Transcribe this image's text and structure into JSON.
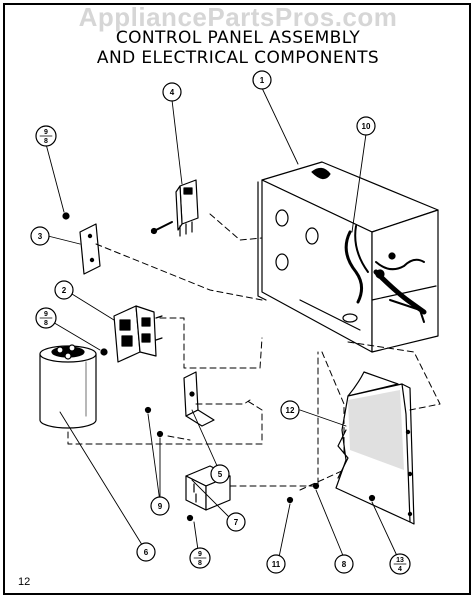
{
  "watermark": "AppliancePartsPros.com",
  "title": {
    "line1": "CONTROL PANEL ASSEMBLY",
    "line2": "AND ELECTRICAL COMPONENTS"
  },
  "page_number": "12",
  "callouts": {
    "c1": "1",
    "c2": "2",
    "c3": "3",
    "c4": "4",
    "c5": "5",
    "c6": "6",
    "c7": "7",
    "c8": "8",
    "c9": "9",
    "c10": "10",
    "c11": "11",
    "c12": "12"
  },
  "fractions": {
    "f_top_left": {
      "num": "9",
      "den": "8"
    },
    "f_mid_left": {
      "num": "9",
      "den": "8"
    },
    "f_bottom": {
      "num": "9",
      "den": "8"
    },
    "f_bottom_right": {
      "num": "13",
      "den": "4"
    }
  }
}
